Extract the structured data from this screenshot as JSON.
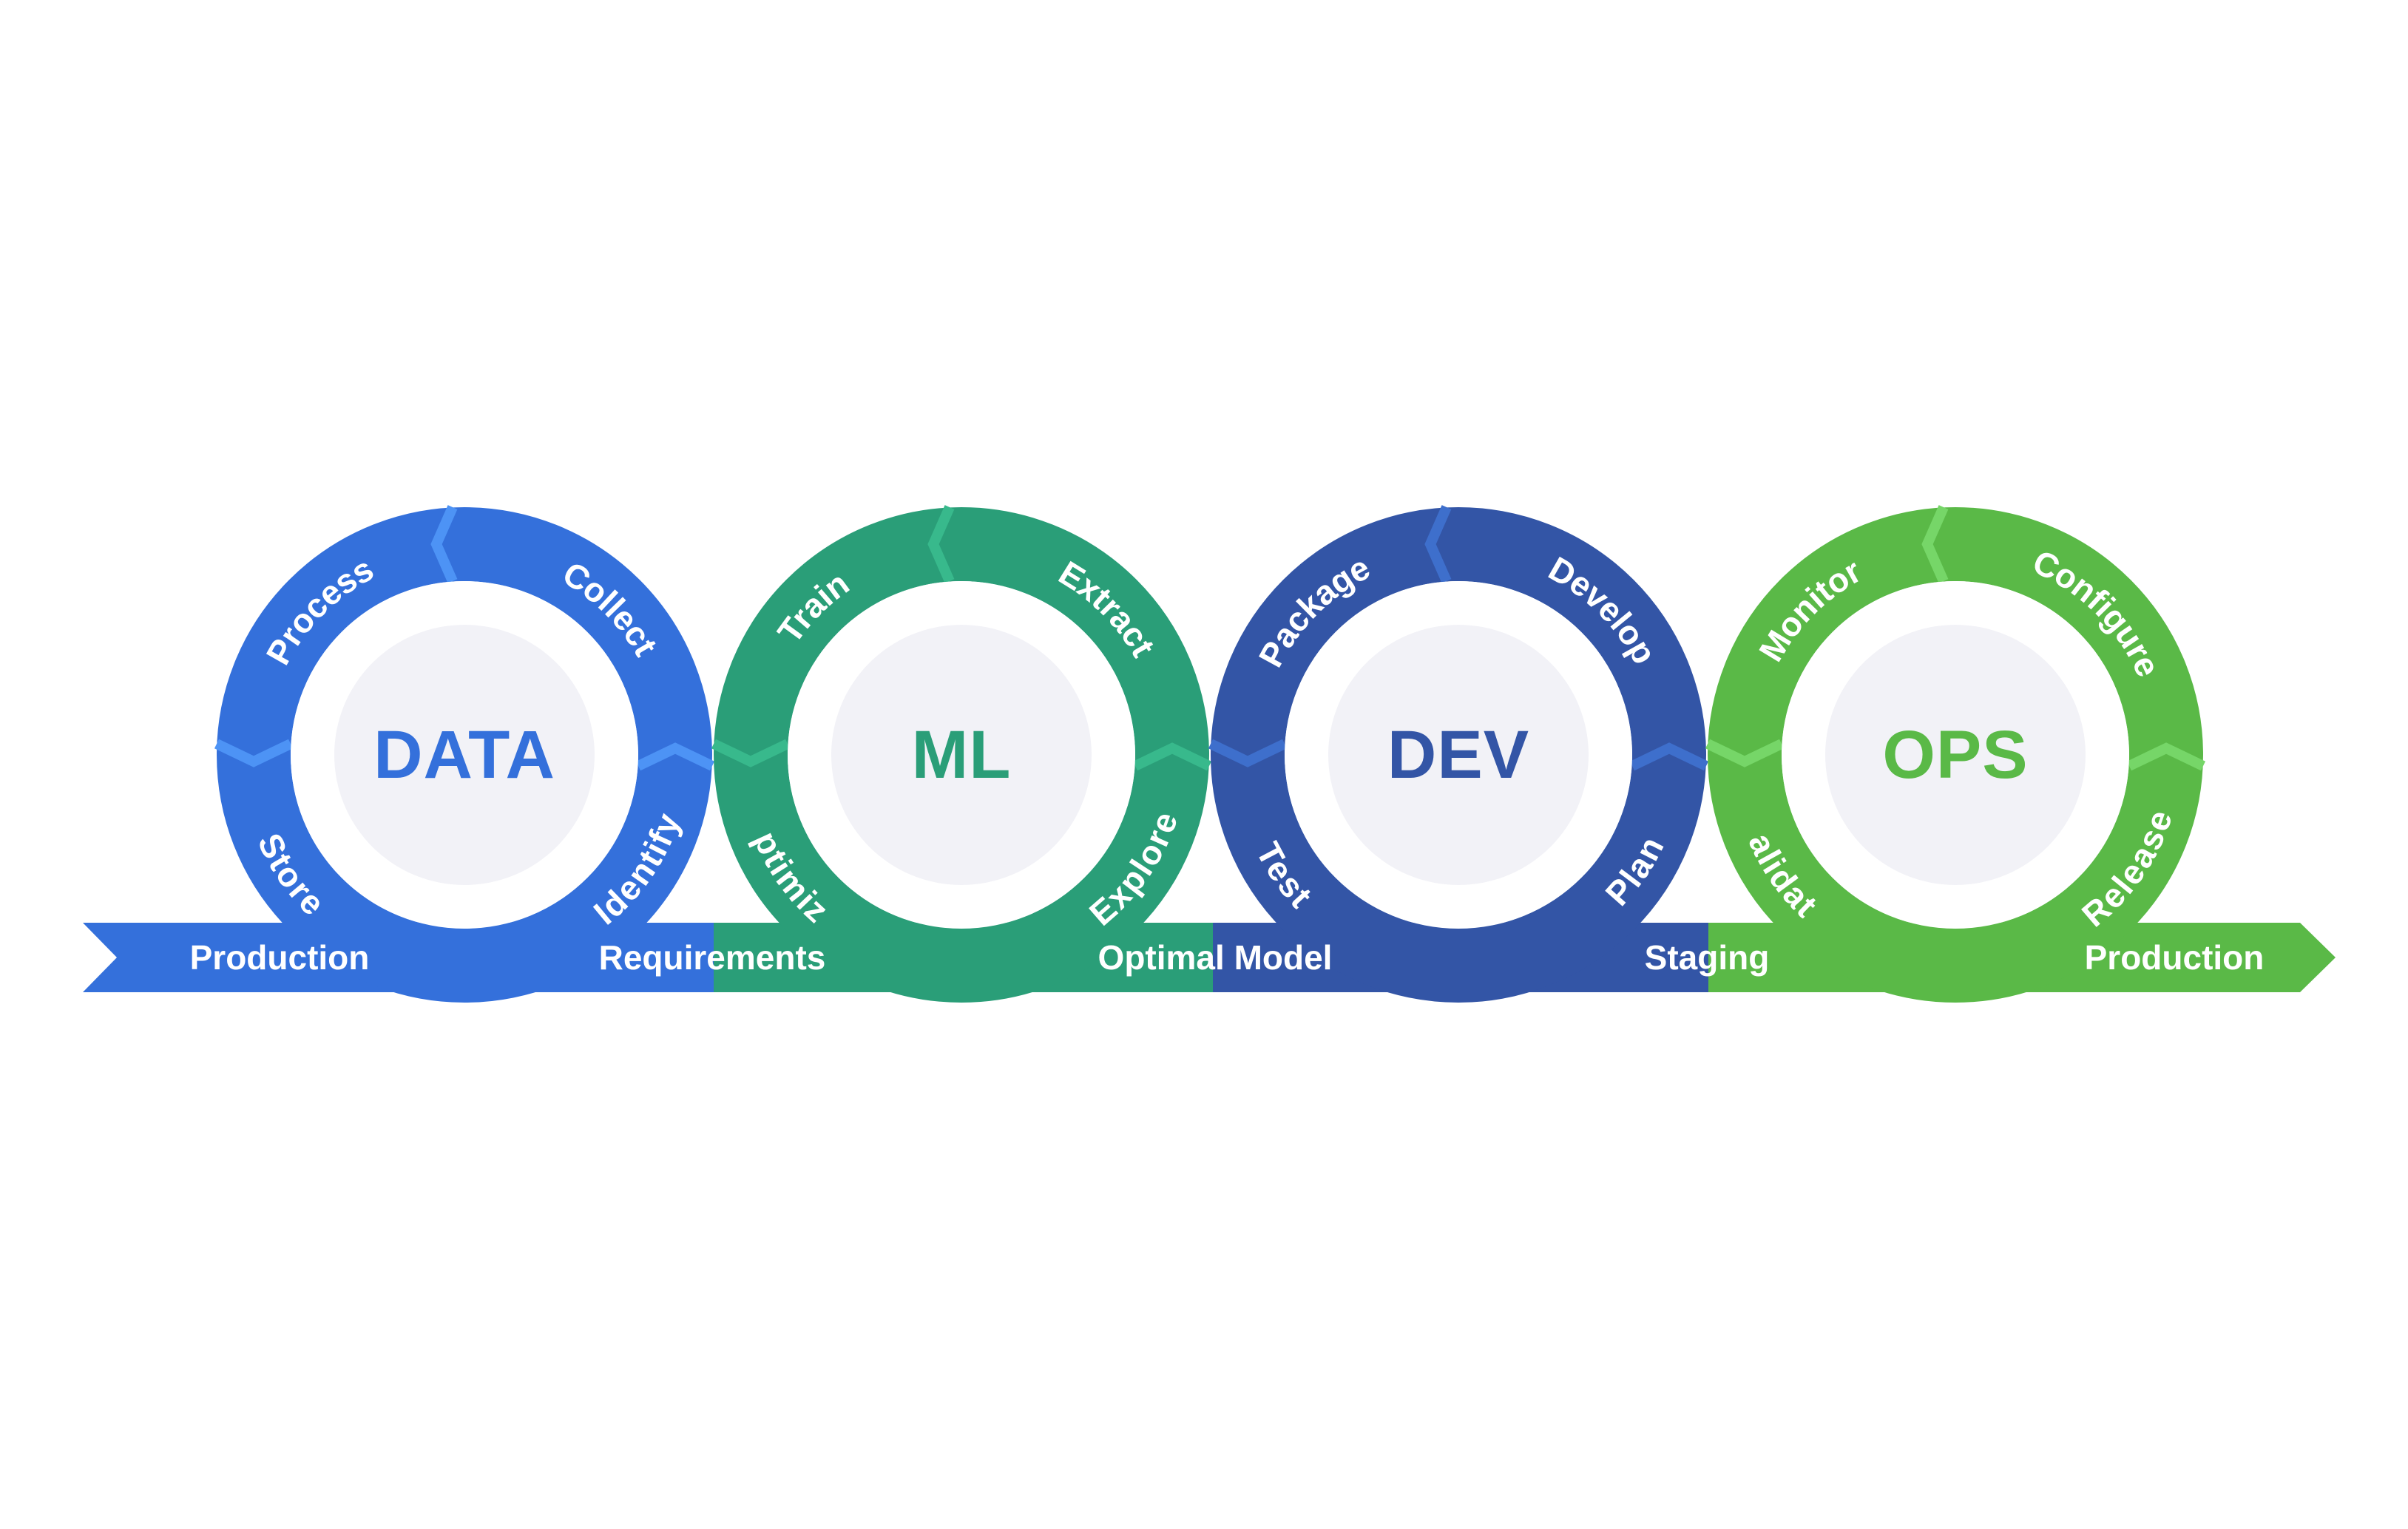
{
  "colors": {
    "data": "#3470DB",
    "data_chevron": "#4D93F5",
    "ml": "#2A9E78",
    "ml_chevron": "#38B98C",
    "dev": "#3355A6",
    "dev_chevron": "#3E6FCC",
    "ops": "#5AB947",
    "ops_chevron": "#76D668",
    "ring_inner": "#FFFFFF",
    "center_fill": "#F2F2F7"
  },
  "stages": [
    {
      "id": "data",
      "title": "DATA",
      "steps": {
        "top_left": "Process",
        "top_right": "Collect",
        "bottom_left": "Store",
        "bottom_right": "Identify"
      }
    },
    {
      "id": "ml",
      "title": "ML",
      "steps": {
        "top_left": "Train",
        "top_right": "Extract",
        "bottom_left": "Optimize",
        "bottom_right": "Explore"
      }
    },
    {
      "id": "dev",
      "title": "DEV",
      "steps": {
        "top_left": "Package",
        "top_right": "Develop",
        "bottom_left": "Test",
        "bottom_right": "Plan"
      }
    },
    {
      "id": "ops",
      "title": "OPS",
      "steps": {
        "top_left": "Monitor",
        "top_right": "Configure",
        "bottom_left": "Validate",
        "bottom_right": "Release"
      }
    }
  ],
  "flow_labels": [
    "Production",
    "Requirements",
    "Optimal Model",
    "Staging",
    "Production"
  ]
}
